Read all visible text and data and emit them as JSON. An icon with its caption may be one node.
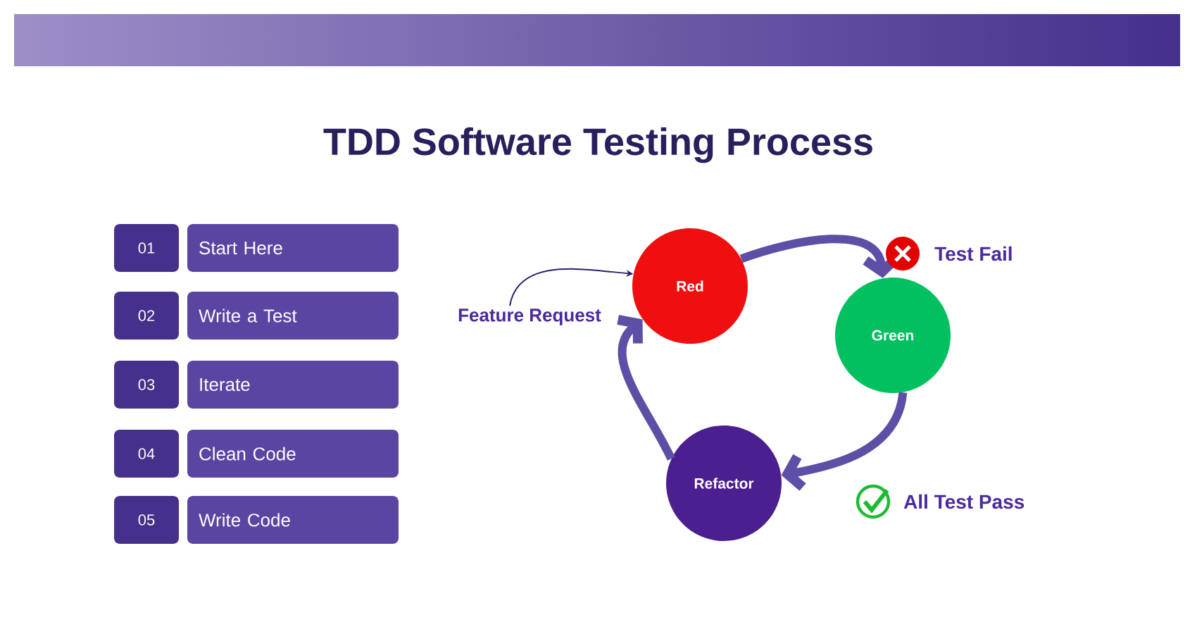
{
  "diagram": {
    "title": "TDD Software Testing Process",
    "nodes": [
      {
        "text": [
          "01"
        ]
      },
      {
        "text": [
          "Start Here"
        ]
      },
      {
        "text": [
          "02"
        ]
      },
      {
        "text": [
          "Write a Test"
        ]
      },
      {
        "text": [
          "03"
        ]
      },
      {
        "text": [
          "Iterate"
        ]
      },
      {
        "text": [
          "04"
        ]
      },
      {
        "text": [
          "Clean Code"
        ]
      },
      {
        "text": [
          "05"
        ]
      },
      {
        "text": [
          "Write Code"
        ]
      },
      {
        "text": [
          "Feature Request"
        ]
      },
      {
        "text": [
          "Red"
        ]
      },
      {
        "text": [
          "Green"
        ]
      },
      {
        "text": [
          "Refactor"
        ]
      }
    ],
    "edges": [
      {
        "from": 10,
        "to": 11,
        "arrow": "to",
        "color": "#2a1f66"
      },
      {
        "from": 11,
        "to": 12,
        "arrow": "to"
      },
      {
        "from": 12,
        "to": 13,
        "arrow": "to"
      },
      {
        "from": 13,
        "to": 11,
        "arrow": "to"
      }
    ],
    "labels": [
      "Test Fail",
      "All Test Pass"
    ]
  }
}
